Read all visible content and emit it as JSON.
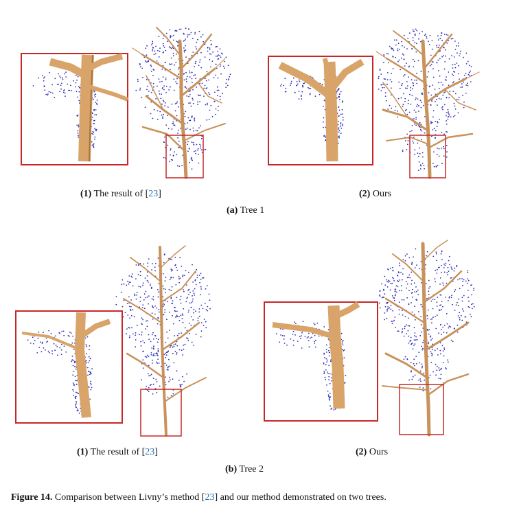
{
  "colors": {
    "bark": "#d9a46a",
    "bark_dark": "#a8733e",
    "points": "#2d2db8",
    "inset_border": "#c62828",
    "ref_link": "#1f6fb2"
  },
  "row_a": {
    "left_caption": {
      "num": "(1)",
      "text": " The result of [",
      "ref": "23",
      "close": "]"
    },
    "right_caption": {
      "num": "(2)",
      "text": " Ours"
    },
    "sub_caption": {
      "label": "(a)",
      "text": " Tree 1"
    }
  },
  "row_b": {
    "left_caption": {
      "num": "(1)",
      "text": " The result of [",
      "ref": "23",
      "close": "]"
    },
    "right_caption": {
      "num": "(2)",
      "text": " Ours"
    },
    "sub_caption": {
      "label": "(b)",
      "text": " Tree 2"
    }
  },
  "figure_caption": {
    "label": "Figure 14.",
    "text_before": " Comparison between Livny’s method [",
    "ref": "23",
    "text_after": "] and our method demonstrated on two trees."
  }
}
